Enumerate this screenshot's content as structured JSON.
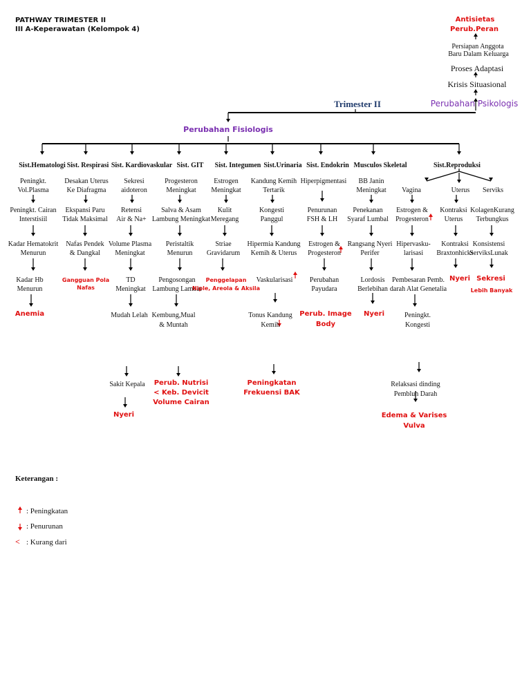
{
  "header": {
    "line1": "PATHWAY TRIMESTER II",
    "line2": "III A-Keperawatan (Kelompok 4)"
  },
  "psikologis": {
    "antisietas": "Antisietas",
    "perub_peran": "Perub.Peran",
    "persiapan_1": "Persiapan Anggota",
    "persiapan_2": "Baru Dalam Keluarga",
    "proses": "Proses Adaptasi",
    "krisis": "Krisis Situasional",
    "perubahan": "Perubahan Psikologis"
  },
  "center": {
    "trimester": "Trimester II",
    "fisiologis": "Perubahan Fisiologis"
  },
  "systems": {
    "hematologi": "Sist.Hematologi",
    "respirasi": "Sist. Respirasi",
    "kardio": "Sist. Kardiovaskular",
    "git": "Sist. GIT",
    "integumen": "Sist. Integumen",
    "urinaria": "Sist.Urinaria",
    "endokrin": "Sist. Endokrin",
    "musculos": "Musculos Skeletal",
    "reproduksi": "Sist.Reproduksi"
  },
  "hema": {
    "r1a": "Peningkt.",
    "r1b": "Vol.Plasma",
    "r2a": "Peningkt. Cairan",
    "r2b": "Interstisiil",
    "r3a": "Kadar Hematokrit",
    "r3b": "Menurun",
    "r4a": "Kadar Hb",
    "r4b": "Menurun",
    "dx": "Anemia"
  },
  "resp": {
    "r1a": "Desakan Uterus",
    "r1b": "Ke Diafragma",
    "r2a": "Ekspansi Paru",
    "r2b": "Tidak Maksimal",
    "r3a": "Nafas Pendek",
    "r3b": "& Dangkal",
    "dx1": "Gangguan Pola",
    "dx2": "Nafas"
  },
  "kardio": {
    "r1a": "Sekresi",
    "r1b": "aidoteron",
    "r2a": "Retensi",
    "r2b": "Air & Na+",
    "r3a": "Volume Plasma",
    "r3b": "Meningkat",
    "r4a": "TD",
    "r4b": "Meningkat",
    "r5": "Mudah Lelah",
    "r6": "Sakit Kepala",
    "dx": "Nyeri"
  },
  "git": {
    "r1a": "Progesteron",
    "r1b": "Meningkat",
    "r2a": "Salva & Asam",
    "r2b": "Lambung Meningkat",
    "r3a": "Peristaltik",
    "r3b": "Menurun",
    "r4a": "Pengosongan",
    "r4b": "Lambung Lambat",
    "r5a": "Kembung,Mual",
    "r5b": "& Muntah",
    "dx1": "Perub. Nutrisi",
    "dx2": "< Keb. Devicit",
    "dx3": "Volume Cairan"
  },
  "integ": {
    "r1a": "Estrogen",
    "r1b": "Meningkat",
    "r2a": "Kulit",
    "r2b": "Meregang",
    "r3a": "Striae",
    "r3b": "Gravidarum",
    "dx1": "Penggelapan",
    "dx2": "Niple, Areola & Aksila"
  },
  "urin": {
    "r1a": "Kandung Kemih",
    "r1b": "Tertarik",
    "r2a": "Kongesti",
    "r2b": "Panggul",
    "r3a": "Hipermia Kandung",
    "r3b": "Kemih & Uterus",
    "r4": "Vaskularisasi",
    "r5a": "Tonus Kandung",
    "r5b": "Kemih",
    "dx1": "Peningkatan",
    "dx2": "Frekuensi BAK"
  },
  "endo": {
    "r1": "Hiperpigmentasi",
    "r2a": "Penurunan",
    "r2b": "FSH & LH",
    "r3a": "Estrogen &",
    "r3b": "Progesteron",
    "r4a": "Perubahan",
    "r4b": "Payudara",
    "dx1": "Perub. Image",
    "dx2": "Body"
  },
  "musc": {
    "r1a": "BB Janin",
    "r1b": "Meningkat",
    "r2a": "Penekanan",
    "r2b": "Syaraf Lumbal",
    "r3a": "Rangsang Nyeri",
    "r3b": "Perifer",
    "r4a": "Lordosis",
    "r4b": "Berlebihan",
    "dx": "Nyeri"
  },
  "repro": {
    "vagina": "Vagina",
    "v2a": "Estrogen &",
    "v2b": "Progesteron",
    "v3a": "Hipervasku-",
    "v3b": "larisasi",
    "v4a": "Pembesaran Pemb.",
    "v4b": "darah Alat Genetalia",
    "v5a": "Peningkt.",
    "v5b": "Kongesti",
    "v6a": "Relaksasi dinding",
    "v6b": "Pembluh Darah",
    "dx1": "Edema & Varises",
    "dx2": "Vulva",
    "uterus": "Uterus",
    "u2a": "Kontraksi",
    "u2b": "Uterus",
    "u3a": "Kontraksi",
    "u3b": "Braxtonhicks",
    "udx": "Nyeri",
    "serviks": "Serviks",
    "s2a": "KolagenKurang",
    "s2b": "Terbungkus",
    "s3a": "Konsistensi",
    "s3b": "ServiksLunak",
    "sdx": "Sekresi",
    "sdx2": "Lebih Banyak"
  },
  "legend": {
    "title": "Keterangan :",
    "up": ": Peningkatan",
    "down": ": Penurunan",
    "lt_symbol": "<",
    "lt": ": Kurang dari"
  },
  "colors": {
    "diagnosis": "#e01010",
    "perubahan": "#7a2fb0",
    "trimester": "#1f3a6b"
  }
}
